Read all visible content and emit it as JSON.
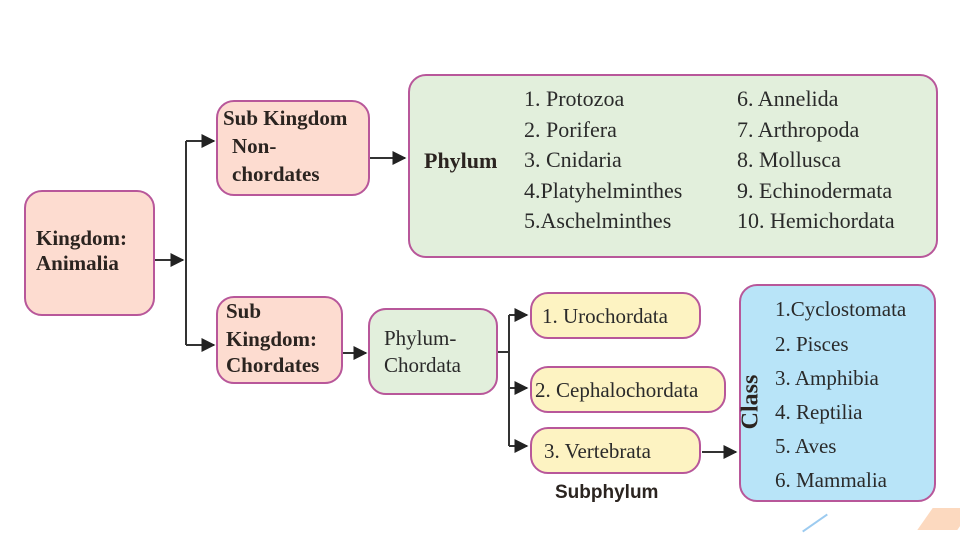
{
  "kingdom": {
    "line1": "Kingdom:",
    "line2": "Animalia"
  },
  "non_chordates": {
    "line1": "Sub Kingdom",
    "line2": "Non-",
    "line3": "chordates"
  },
  "phylum_box": {
    "label": "Phylum",
    "items_left": [
      "1. Protozoa",
      "2. Porifera",
      "3. Cnidaria",
      "4.Platyhelminthes",
      "5.Aschelminthes"
    ],
    "items_right": [
      "6. Annelida",
      "7. Arthropoda",
      "8. Mollusca",
      "9. Echinodermata",
      "10. Hemichordata"
    ]
  },
  "chordates": {
    "line1": "Sub",
    "line2": "Kingdom:",
    "line3": "Chordates"
  },
  "phylum_chordata": {
    "line1": "Phylum-",
    "line2": "Chordata"
  },
  "subphylum": {
    "items": [
      "1. Urochordata",
      "2. Cephalochordata",
      "3. Vertebrata"
    ],
    "caption": "Subphylum"
  },
  "class_box": {
    "label": "Class",
    "items": [
      "1.Cyclostomata",
      "2. Pisces",
      "3. Amphibia",
      "4. Reptilia",
      "5. Aves",
      "6. Mammalia"
    ]
  },
  "colors": {
    "border": "#b8579a",
    "pink": "#fddcd0",
    "green": "#e2efdc",
    "yellow": "#fdf3c2",
    "blue": "#b8e4f8"
  }
}
